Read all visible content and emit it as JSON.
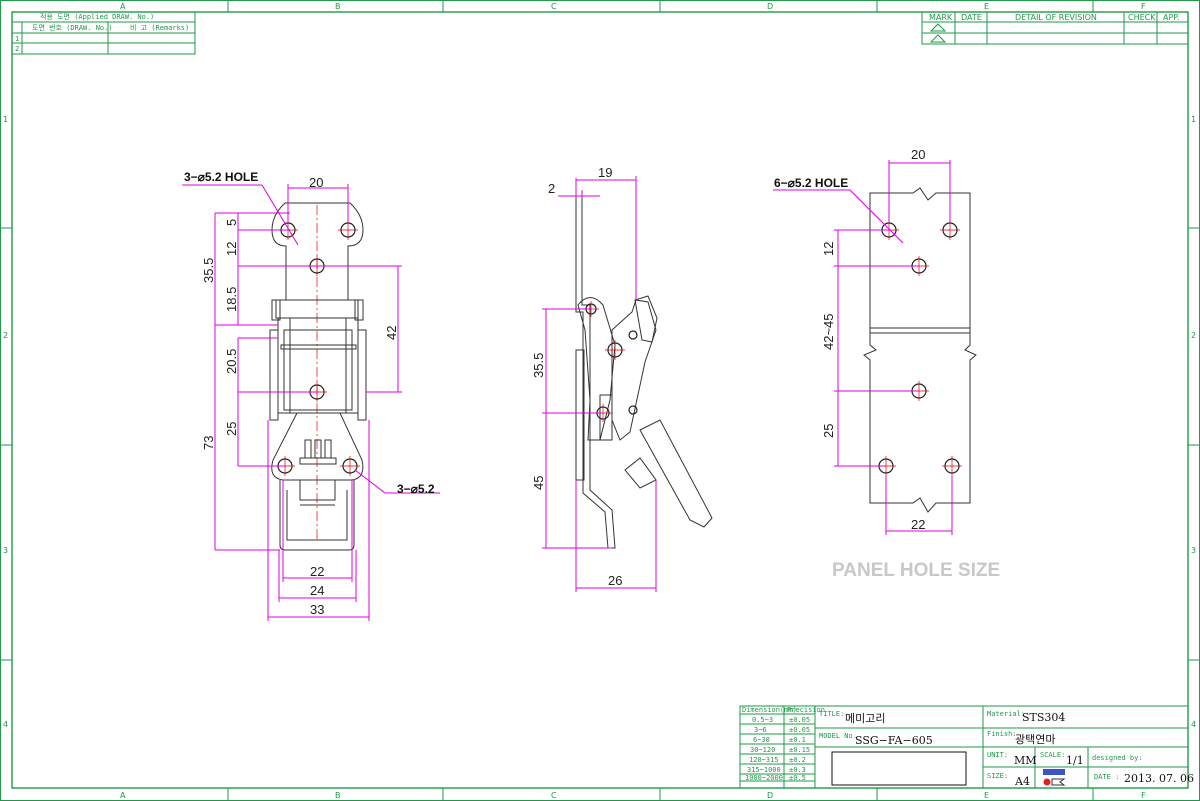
{
  "grid": {
    "columns": [
      "A",
      "B",
      "C",
      "D",
      "E",
      "F"
    ],
    "rows": [
      "1",
      "2",
      "3",
      "4"
    ]
  },
  "ref_table": {
    "title": "적용 도면 (Applied DRAW. No.)",
    "col1": "도면 번호 (DRAW. No.)",
    "col2": "비 고 (Remarks)",
    "rows": [
      "1",
      "2"
    ]
  },
  "revision_table": {
    "headers": [
      "MARK",
      "DATE",
      "DETAIL OF REVISION",
      "CHECK",
      "APP."
    ]
  },
  "front_view": {
    "holes_label": "3−⌀5.2 HOLE",
    "holes_label_bottom": "3−⌀5.2",
    "dims": {
      "top_width": "20",
      "d5": "5",
      "d12": "12",
      "d35_5": "35.5",
      "d18_5": "18.5",
      "d42": "42",
      "d20_5": "20.5",
      "d25": "25",
      "d73": "73",
      "d22": "22",
      "d24": "24",
      "d33": "33"
    }
  },
  "side_view": {
    "dims": {
      "d2": "2",
      "d19": "19",
      "d35_5": "35.5",
      "d45": "45",
      "d26": "26"
    }
  },
  "panel_view": {
    "holes_label": "6−⌀5.2 HOLE",
    "caption": "PANEL HOLE SIZE",
    "dims": {
      "top_width": "20",
      "d12": "12",
      "d42_45": "42~45",
      "d25": "25",
      "bottom_width": "22"
    }
  },
  "title_block": {
    "tolerance_headers": [
      "Dimension(mm)",
      "Precision"
    ],
    "tolerance_rows": [
      [
        "0.5~3",
        "±0.05"
      ],
      [
        "3~6",
        "±0.05"
      ],
      [
        "6~30",
        "±0.1"
      ],
      [
        "30~120",
        "±0.15"
      ],
      [
        "120~315",
        "±0.2"
      ],
      [
        "315~1000",
        "±0.3"
      ],
      [
        "1000~2000",
        "±0.5"
      ]
    ],
    "title_label": "TITLE:",
    "title_value": "메미고리",
    "model_label": "MODEL No.",
    "model_value": "SSG−FA−605",
    "material_label": "Material:",
    "material_value": "STS304",
    "finish_label": "Finish:",
    "finish_value": "광택연마",
    "unit_label": "UNIT:",
    "unit_value": "MM",
    "scale_label": "SCALE:",
    "scale_value": "1/1",
    "size_label": "SIZE:",
    "size_value": "A4",
    "designed_label": "designed by:",
    "date_label": "DATE :",
    "date_value": "2013. 07. 06"
  },
  "colors": {
    "frame": "#1f9a4a",
    "dimension": "#e000e0",
    "centerline": "#e00000"
  }
}
